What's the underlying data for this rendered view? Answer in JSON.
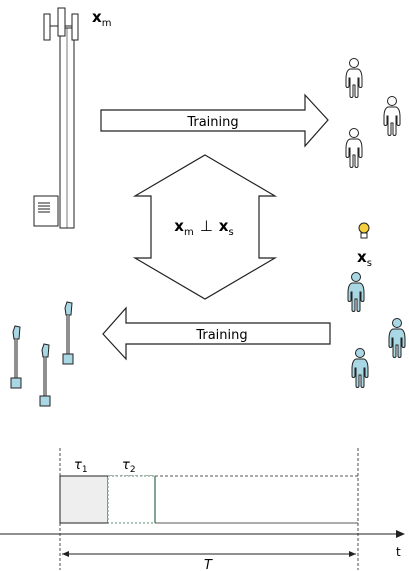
{
  "labels": {
    "macro_symbol": "x",
    "macro_sub": "m",
    "small_symbol": "x",
    "small_sub": "s",
    "orth_x1": "x",
    "orth_sub1": "m",
    "orth_op": "⊥",
    "orth_x2": "x",
    "orth_sub2": "s",
    "training_top": "Training",
    "training_bottom": "Training",
    "tau1": "τ",
    "tau1_sub": "1",
    "tau2": "τ",
    "tau2_sub": "2",
    "period": "T",
    "time_axis": "t"
  },
  "colors": {
    "small_users_fill": "#a9d7e4",
    "small_ap_fill": "#a9d7e4",
    "tau1_fill": "#eeeeee",
    "tau2_border": "#2f6a4a",
    "bulb_fill": "#f4d03f"
  },
  "icons": [
    "macro-tower-icon",
    "user-icon",
    "lightbulb-icon",
    "small-ap-icon",
    "arrow-right-icon",
    "arrow-left-icon",
    "double-arrow-icon"
  ]
}
